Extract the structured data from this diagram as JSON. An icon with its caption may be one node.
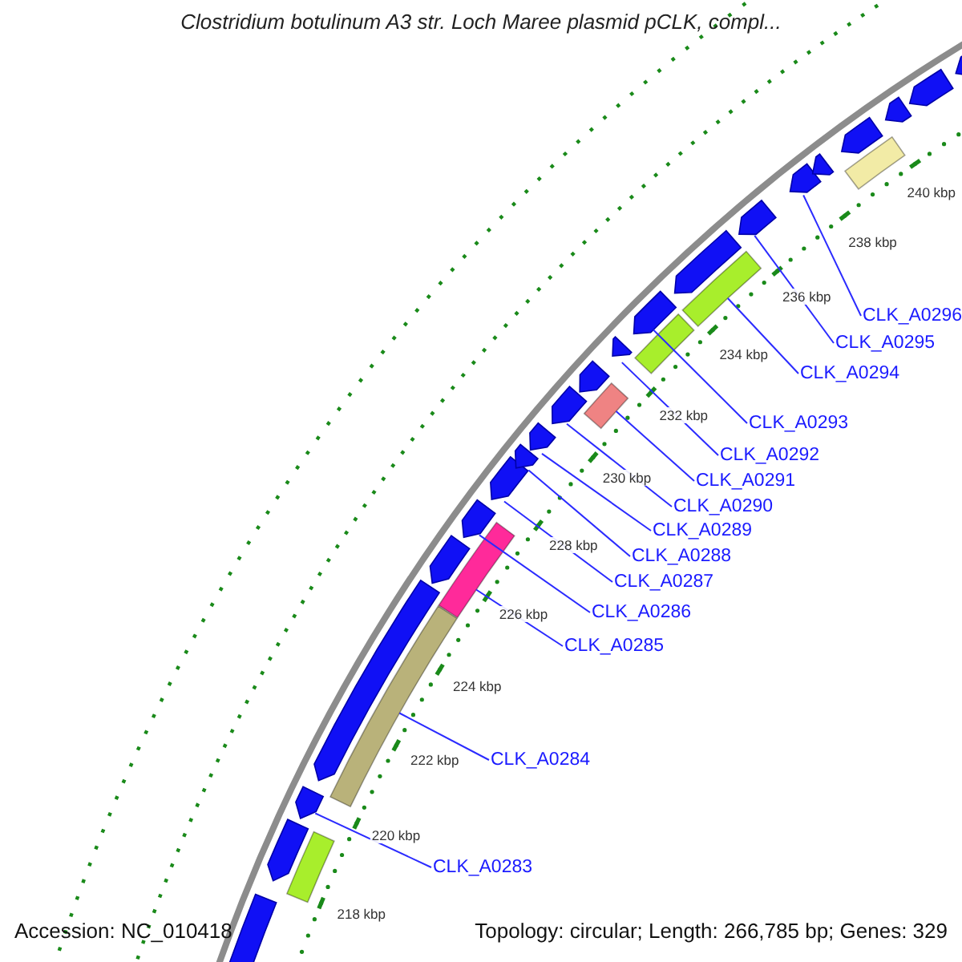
{
  "diagram": {
    "title": "Clostridium botulinum A3 str. Loch Maree plasmid pCLK, compl...",
    "nodes": [
      {
        "text": [],
        "shape": "pentagon"
      },
      {
        "text": [],
        "shape": "pentagon"
      },
      {
        "text": [],
        "shape": "bar"
      },
      {
        "text": [],
        "shape": "pentagon"
      },
      {
        "text": [],
        "shape": "pentagon"
      },
      {
        "text": [],
        "shape": "bar"
      },
      {
        "text": [],
        "shape": "pentagon"
      },
      {
        "text": [],
        "shape": "bar"
      },
      {
        "text": [],
        "shape": "pentagon"
      },
      {
        "text": [],
        "shape": "pentagon"
      },
      {
        "text": [],
        "shape": "pentagon"
      },
      {
        "text": [],
        "shape": "pentagon"
      },
      {
        "text": [],
        "shape": "pentagon"
      },
      {
        "text": [],
        "shape": "pentagon"
      },
      {
        "text": [],
        "shape": "bar"
      },
      {
        "text": [],
        "shape": "pentagon"
      },
      {
        "text": [],
        "shape": "bar"
      },
      {
        "text": [],
        "shape": "pentagon"
      },
      {
        "text": [],
        "shape": "pentagon"
      },
      {
        "text": [],
        "shape": "bar"
      },
      {
        "text": [],
        "shape": "pentagon"
      },
      {
        "text": [],
        "shape": "pentagon"
      },
      {
        "text": [],
        "shape": "pentagon"
      },
      {
        "text": [],
        "shape": "pentagon"
      },
      {
        "text": [],
        "shape": "bar"
      },
      {
        "text": [],
        "shape": "pentagon"
      },
      {
        "text": [],
        "shape": "pentagon"
      },
      {
        "text": [],
        "shape": "pentagon"
      },
      {
        "text": [
          "CLK_A0283"
        ]
      },
      {
        "text": [
          "CLK_A0284"
        ]
      },
      {
        "text": [
          "CLK_A0285"
        ]
      },
      {
        "text": [
          "CLK_A0286"
        ]
      },
      {
        "text": [
          "CLK_A0287"
        ]
      },
      {
        "text": [
          "CLK_A0288"
        ]
      },
      {
        "text": [
          "CLK_A0289"
        ]
      },
      {
        "text": [
          "CLK_A0290"
        ]
      },
      {
        "text": [
          "CLK_A0291"
        ]
      },
      {
        "text": [
          "CLK_A0292"
        ]
      },
      {
        "text": [
          "CLK_A0293"
        ]
      },
      {
        "text": [
          "CLK_A0294"
        ]
      },
      {
        "text": [
          "CLK_A0295"
        ]
      },
      {
        "text": [
          "CLK_A0296"
        ]
      }
    ],
    "edges": [
      {
        "from": 28,
        "to": 3,
        "arrow": "none"
      },
      {
        "from": 29,
        "to": 5,
        "arrow": "none"
      },
      {
        "from": 30,
        "to": 7,
        "arrow": "none"
      },
      {
        "from": 31,
        "to": 8,
        "arrow": "none"
      },
      {
        "from": 32,
        "to": 9,
        "arrow": "none"
      },
      {
        "from": 33,
        "to": 10,
        "arrow": "none"
      },
      {
        "from": 34,
        "to": 11,
        "arrow": "none"
      },
      {
        "from": 35,
        "to": 12,
        "arrow": "none"
      },
      {
        "from": 36,
        "to": 14,
        "arrow": "none"
      },
      {
        "from": 37,
        "to": 15,
        "arrow": "none"
      },
      {
        "from": 38,
        "to": 17,
        "arrow": "none"
      },
      {
        "from": 39,
        "to": 19,
        "arrow": "none"
      },
      {
        "from": 40,
        "to": 20,
        "arrow": "none"
      },
      {
        "from": 41,
        "to": 21,
        "arrow": "none"
      }
    ],
    "labels": [
      "218 kbp",
      "220 kbp",
      "222 kbp",
      "224 kbp",
      "226 kbp",
      "228 kbp",
      "230 kbp",
      "232 kbp",
      "234 kbp",
      "236 kbp",
      "238 kbp",
      "240 kbp",
      "Accession: NC_010418",
      "Topology: circular; Length: 266,785 bp; Genes: 329"
    ]
  }
}
